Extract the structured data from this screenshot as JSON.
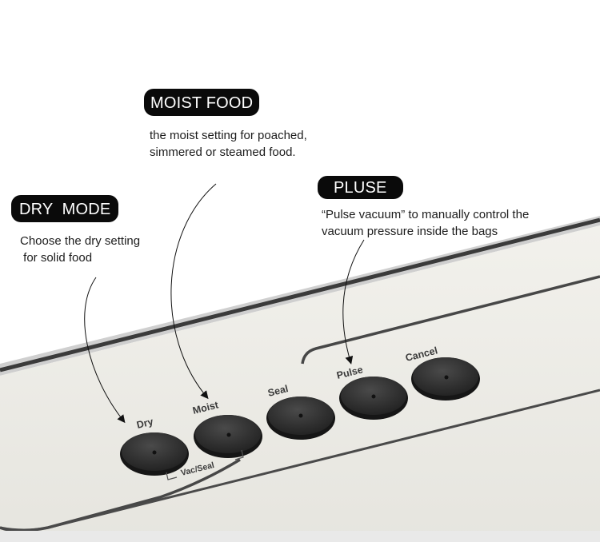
{
  "callouts": {
    "moist": {
      "title": "MOIST FOOD",
      "line1": "the moist setting for poached,",
      "line2": "simmered or steamed food."
    },
    "dry": {
      "title": "DRY  MODE",
      "line1": "Choose the dry setting",
      "line2": " for solid food"
    },
    "pulse": {
      "title": "PLUSE",
      "line1": "“Pulse vacuum” to manually control the",
      "line2": "vacuum pressure inside the bags"
    }
  },
  "panel": {
    "buttons": {
      "dry": "Dry",
      "moist": "Moist",
      "seal": "Seal",
      "pulse": "Pulse",
      "cancel": "Cancel"
    },
    "group_label": "Vac/Seal"
  },
  "colors": {
    "panel_surface": "#ecebe6",
    "panel_edge": "#3a3a3a",
    "button": "#2e2e2e",
    "label_bg": "#0a0a0a"
  }
}
